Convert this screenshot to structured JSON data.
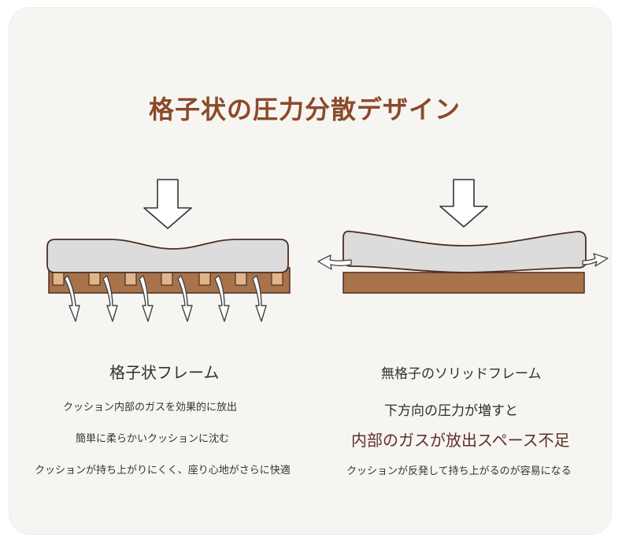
{
  "title": "格子状の圧力分散デザイン",
  "left": {
    "heading": "格子状フレーム",
    "lines": [
      "クッション内部のガスを効果的に放出",
      "簡単に柔らかいクッションに沈む",
      "クッションが持ち上がりにくく、座り心地がさらに快適"
    ]
  },
  "right": {
    "heading": "無格子のソリッドフレーム",
    "line1": "下方向の圧力が増すと",
    "line2": "内部のガスが放出スペース不足",
    "line3": "クッションが反発して持ち上がるのが容易になる"
  },
  "colors": {
    "title": "#8a4a2a",
    "frame": "#a8734a",
    "cushion": "#dcdcdc",
    "outline": "#4a2e22",
    "emphasis": "#5e2f2a"
  }
}
